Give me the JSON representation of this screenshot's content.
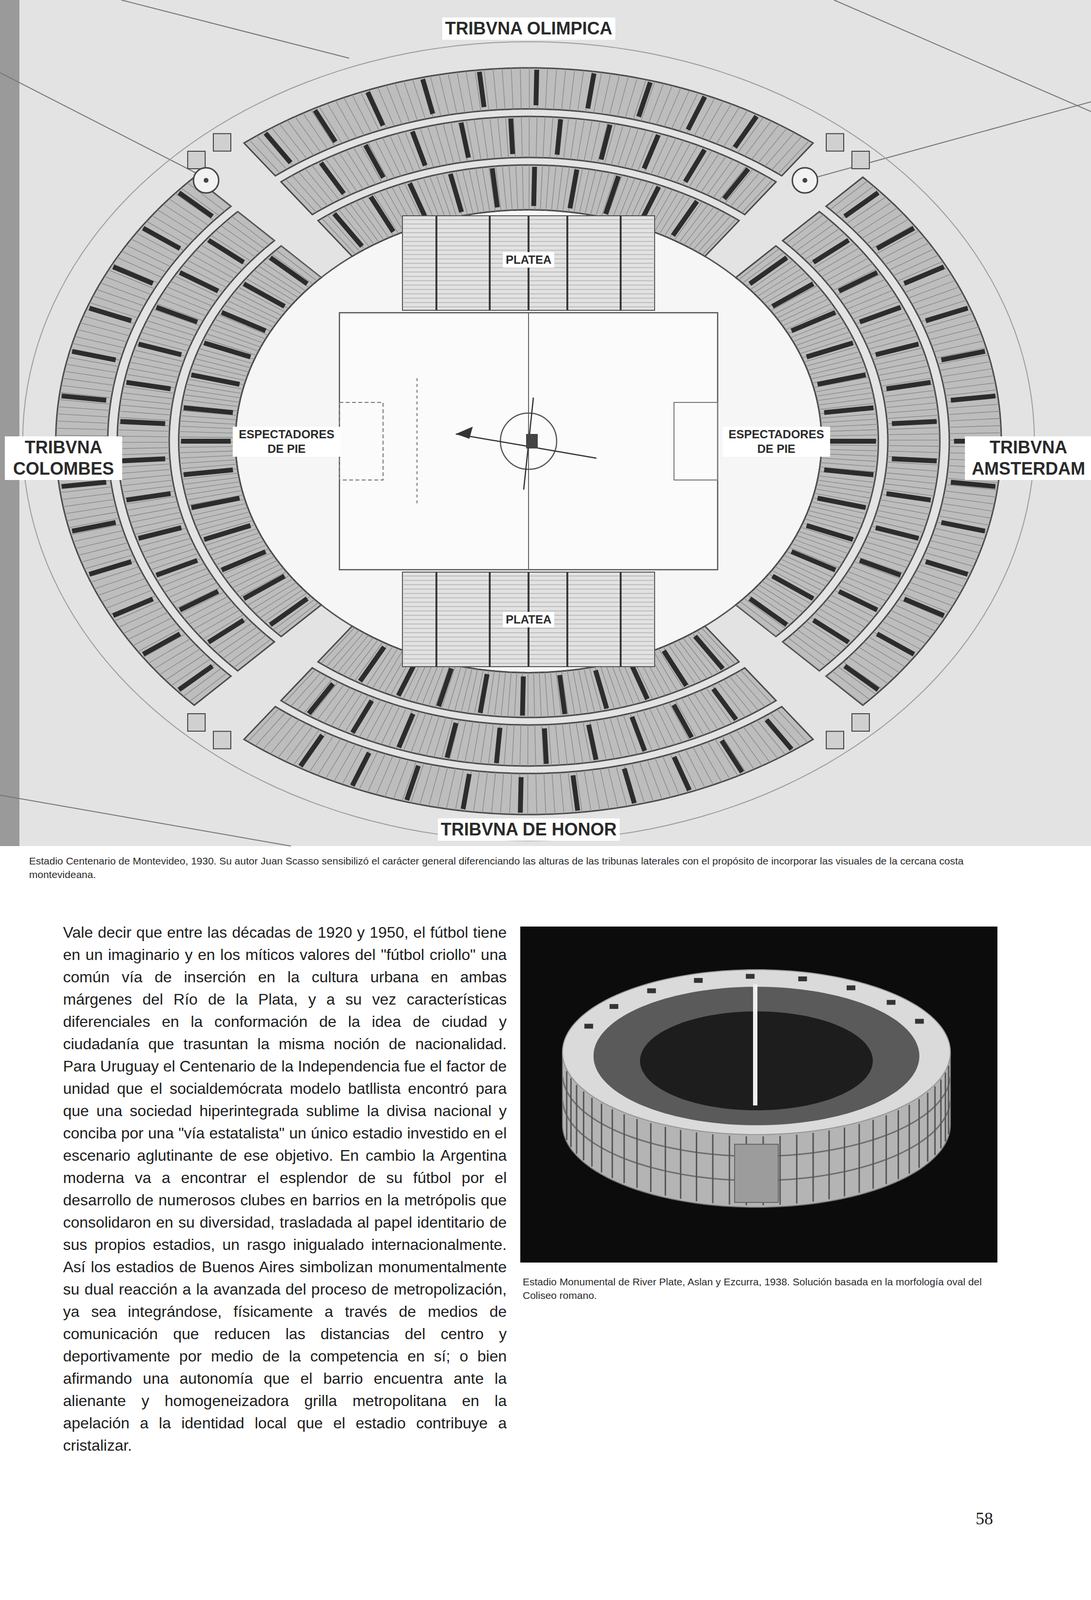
{
  "diagram": {
    "caption": "Estadio Centenario de Montevideo, 1930. Su autor Juan Scasso sensibilizó el carácter general diferenciando las alturas de las tribunas laterales con el propósito de incorporar las visuales de la cercana costa montevideana.",
    "labels": [
      "TRIBVNA OLIMPICA",
      "PLATEA",
      "TRIBVNA COLOMBES",
      "ESPECTADORES DE PIE",
      "ESPECTADORES DE PIE",
      "TRIBVNA AMSTERDAM",
      "PLATEA",
      "TRIBVNA DE HONOR",
      "Vale decir que entre las décadas de 1920 y 1950, el fútbol tiene en un imaginario y en los míticos valores del \"fútbol criollo\" una común vía de inserción en la cultura urbana en ambas márgenes del Río de la Plata, y a su vez características diferenciales en la conformación de la idea de ciudad y ciudadanía que trasuntan la misma noción de nacionalidad. Para Uruguay el Centenario de la Independencia fue el factor de unidad que el socialdemócrata modelo batllista encontró para que una sociedad hiperintegrada sublime la divisa nacional y conciba por una \"vía estatalista\" un único estadio investido en el escenario aglutinante de ese objetivo. En cambio la Argentina moderna va a encontrar el esplendor de su fútbol por el desarrollo de numerosos clubes en barrios en la metrópolis que consolidaron en su diversidad, trasladada al papel identitario de sus propios estadios, un rasgo inigualado internacionalmente. Así los estadios de Buenos Aires simbolizan monumentalmente su dual reacción a la avanzada del proceso de metropolización, ya sea integrándose, físicamente a través de medios de comunicación que reducen las distancias del centro y deportivamente por medio de la competencia en sí; o bien afirmando una autonomía que el barrio encuentra ante la alienante y homogeneizadora grilla metropolitana en la apelación a la identidad local que el estadio contribuye a cristalizar.",
      "Estadio Monumental de River Plate, Aslan y Ezcurra, 1938. Solución basada en la morfología oval del Coliseo romano.",
      "58"
    ]
  }
}
